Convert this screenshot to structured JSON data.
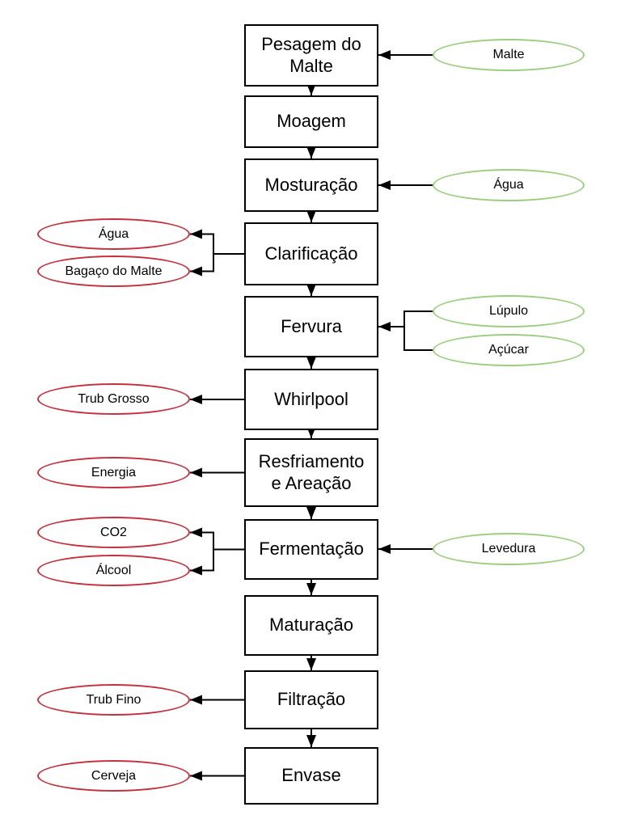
{
  "diagram": {
    "language": "pt-BR",
    "subject": "Processo de produção de cerveja",
    "colors": {
      "process_border": "#000000",
      "input_border": "#9bce7d",
      "output_border": "#c5303d",
      "connector": "#000000",
      "background": "#ffffff",
      "text": "#000000"
    },
    "process_steps": [
      {
        "label": "Pesagem do\nMalte"
      },
      {
        "label": "Moagem"
      },
      {
        "label": "Mosturação"
      },
      {
        "label": "Clarificação"
      },
      {
        "label": "Fervura"
      },
      {
        "label": "Whirlpool"
      },
      {
        "label": "Resfriamento\ne Areação"
      },
      {
        "label": "Fermentação"
      },
      {
        "label": "Maturação"
      },
      {
        "label": "Filtração"
      },
      {
        "label": "Envase"
      }
    ],
    "inputs": [
      {
        "label": "Malte",
        "to": "Pesagem do Malte"
      },
      {
        "label": "Água",
        "to": "Mosturação"
      },
      {
        "label": "Lúpulo",
        "to": "Fervura"
      },
      {
        "label": "Açúcar",
        "to": "Fervura"
      },
      {
        "label": "Levedura",
        "to": "Fermentação"
      }
    ],
    "outputs": [
      {
        "label": "Água",
        "from": "Clarificação"
      },
      {
        "label": "Bagaço do Malte",
        "from": "Clarificação"
      },
      {
        "label": "Trub Grosso",
        "from": "Whirlpool"
      },
      {
        "label": "Energia",
        "from": "Resfriamento e Areação"
      },
      {
        "label": "CO2",
        "from": "Fermentação"
      },
      {
        "label": "Álcool",
        "from": "Fermentação"
      },
      {
        "label": "Trub Fino",
        "from": "Filtração"
      },
      {
        "label": "Cerveja",
        "from": "Envase"
      }
    ]
  }
}
